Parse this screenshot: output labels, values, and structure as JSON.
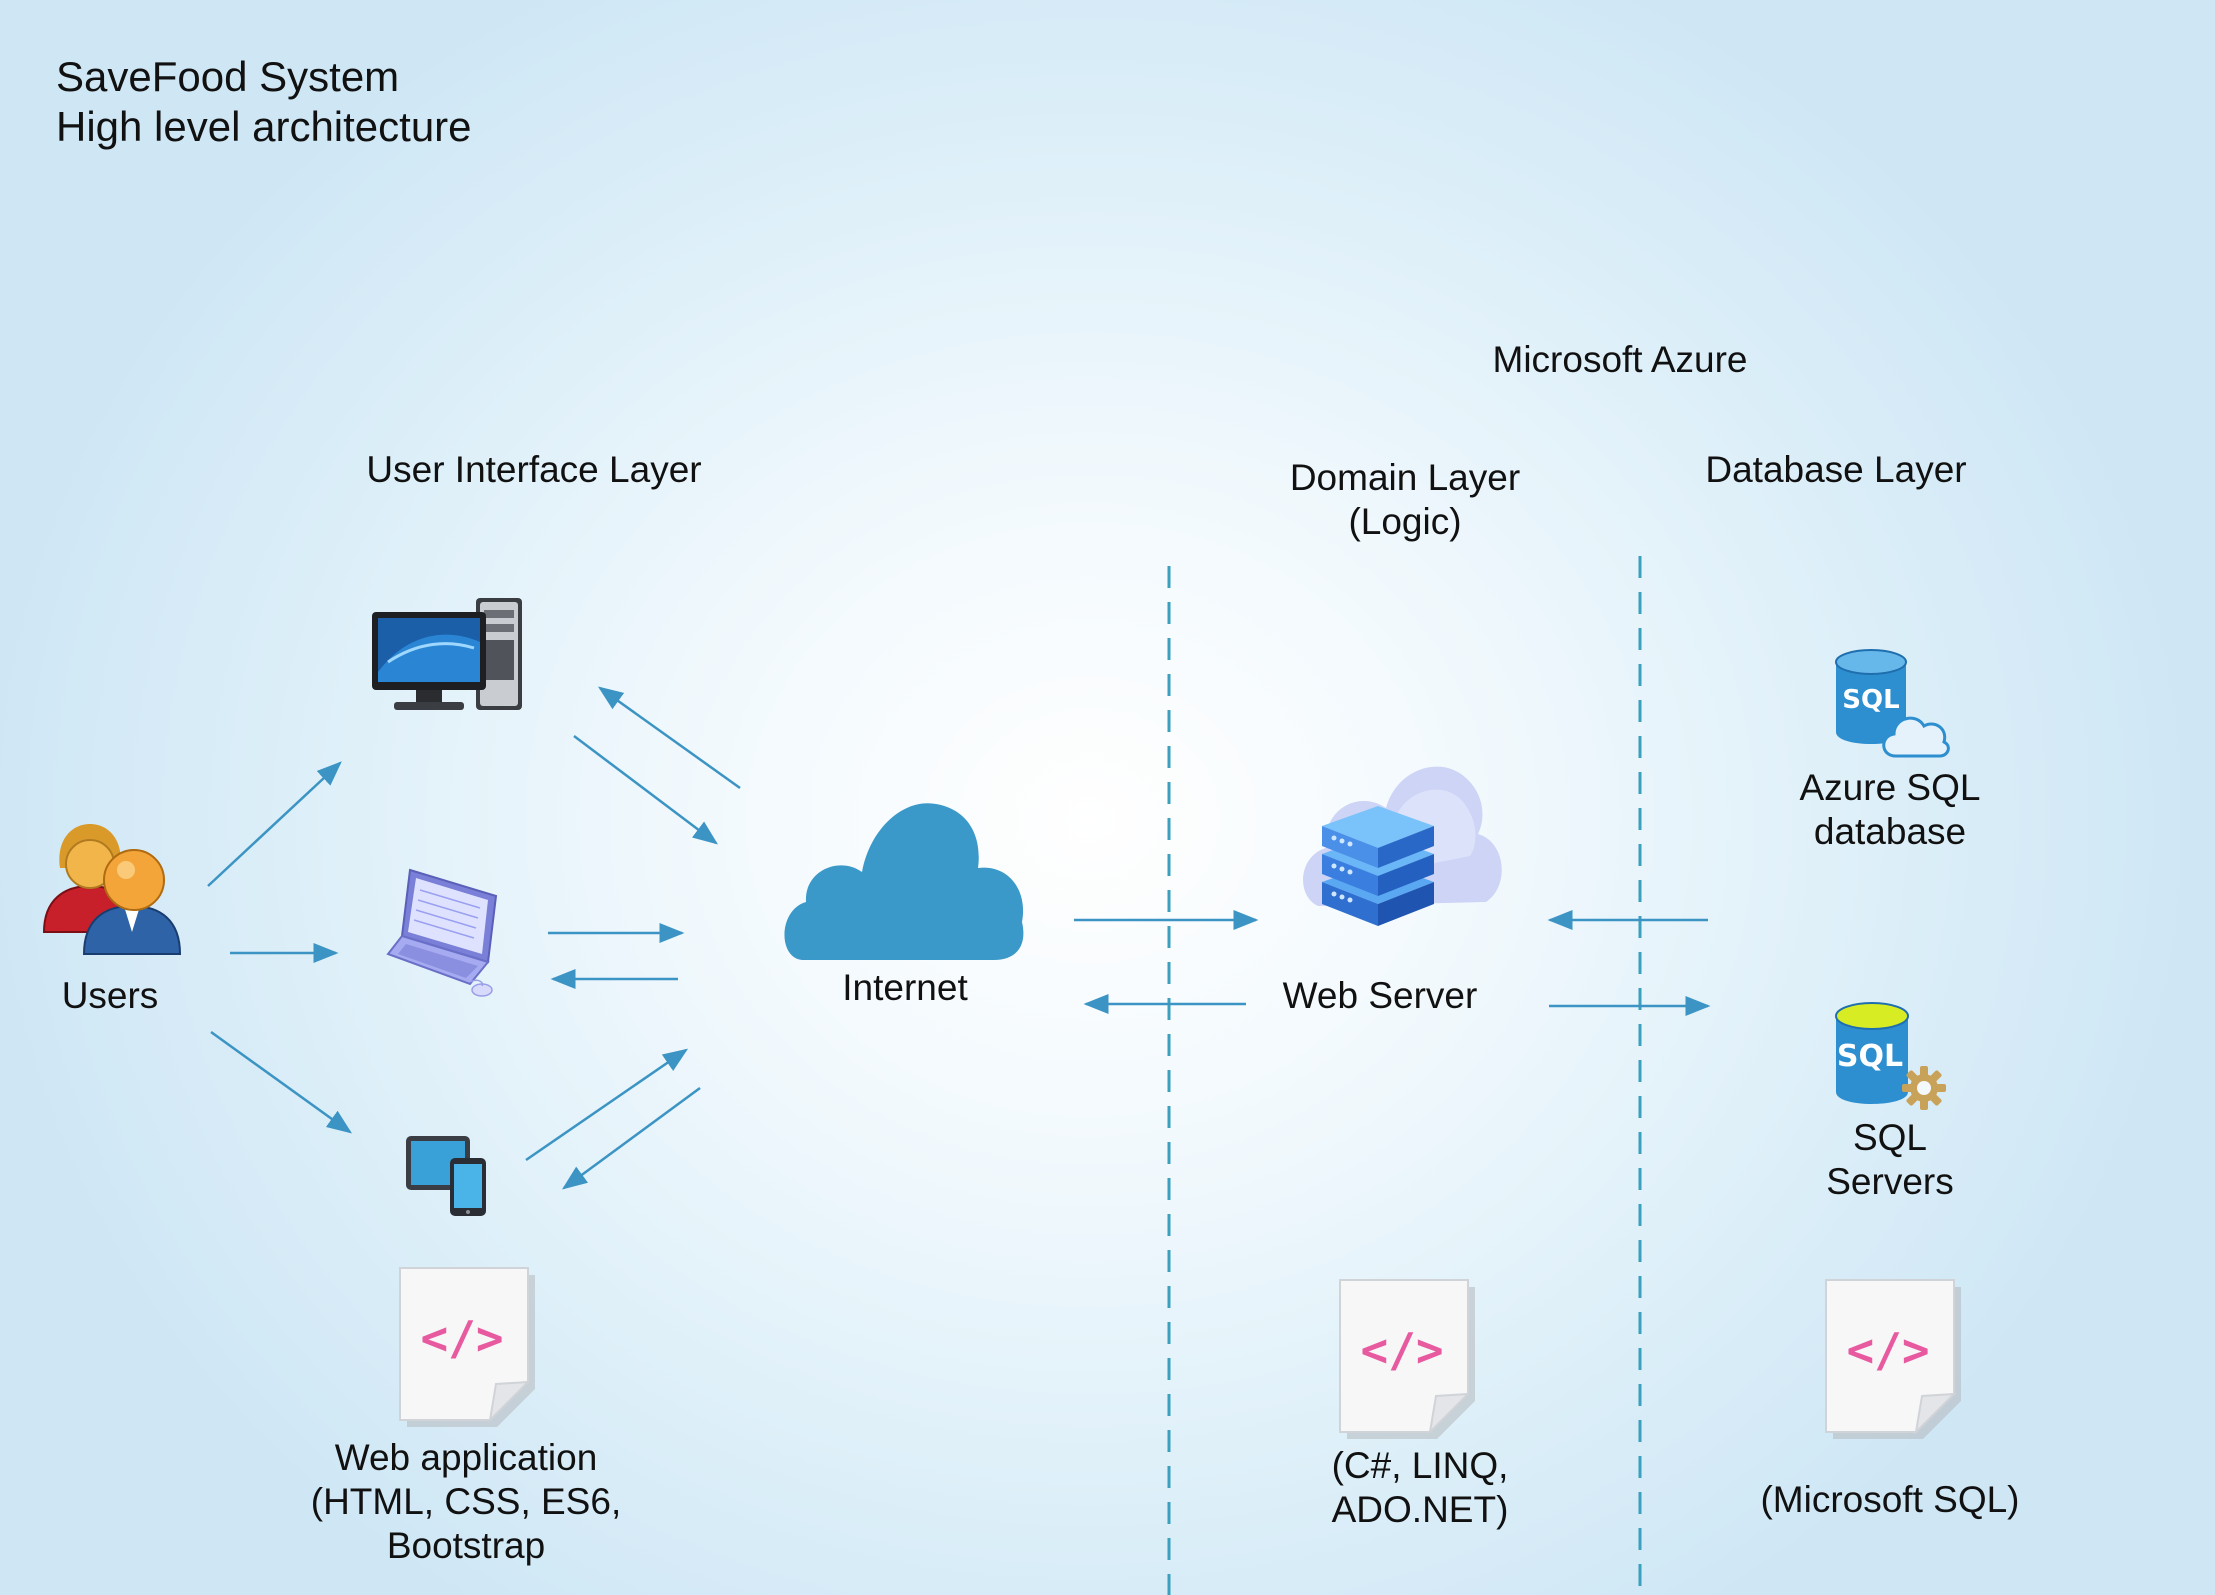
{
  "title": "SaveFood System\nHigh level architecture",
  "labels": {
    "azure": "Microsoft Azure",
    "ui_layer": "User Interface Layer",
    "domain_layer": "Domain Layer\n(Logic)",
    "database_layer": "Database Layer",
    "users": "Users",
    "internet": "Internet",
    "web_server": "Web Server",
    "azure_sql": "Azure SQL\ndatabase",
    "sql_servers": "SQL\nServers",
    "ui_tech": "Web application\n(HTML, CSS, ES6,\nBootstrap",
    "domain_tech": "(C#, LINQ,\nADO.NET)",
    "db_tech": "(Microsoft SQL)"
  },
  "icons": {
    "users": "users-icon",
    "desktop": "desktop-computer-icon",
    "laptop": "laptop-icon",
    "tablet": "tablet-phone-icon",
    "internet": "cloud-icon",
    "web_server": "cloud-server-icon",
    "azure_sql": "sql-cloud-database-icon",
    "sql_servers": "sql-server-icon",
    "code_file": "code-file-icon",
    "code_glyph": "</>"
  },
  "colors": {
    "arrow": "#3b94c3",
    "dash": "#3aa0bd",
    "cloud": "#3a99c9",
    "db_blue": "#2d8fd0",
    "code_pink": "#e85aa0"
  }
}
